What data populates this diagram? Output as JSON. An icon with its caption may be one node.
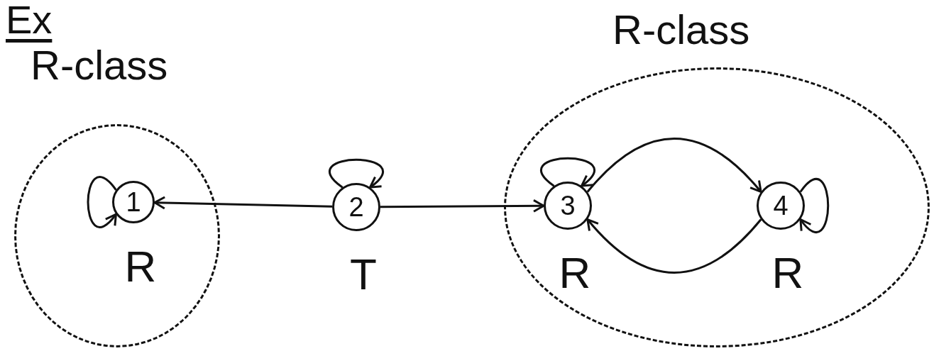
{
  "diagram": {
    "title": "Ex",
    "nodes": [
      {
        "text": [
          "R-class"
        ]
      },
      {
        "text": [
          "1"
        ],
        "in": 0,
        "beside": [
          "R"
        ]
      },
      {
        "text": [
          "2"
        ],
        "beside": [
          "T"
        ]
      },
      {
        "text": [
          "R-class"
        ]
      },
      {
        "text": [
          "3"
        ],
        "in": 3,
        "beside": [
          "R"
        ]
      },
      {
        "text": [
          "4"
        ],
        "in": 3,
        "beside": [
          "R"
        ]
      }
    ],
    "edges": [
      {
        "from": 1,
        "to": 1,
        "arrow": "to"
      },
      {
        "from": 2,
        "to": 2,
        "arrow": "to"
      },
      {
        "from": 2,
        "to": 1,
        "arrow": "to"
      },
      {
        "from": 2,
        "to": 4,
        "arrow": "to"
      },
      {
        "from": 4,
        "to": 4,
        "arrow": "to"
      },
      {
        "from": 4,
        "to": 5,
        "arrow": "to"
      },
      {
        "from": 5,
        "to": 4,
        "arrow": "to"
      },
      {
        "from": 5,
        "to": 5,
        "arrow": "to"
      }
    ]
  }
}
